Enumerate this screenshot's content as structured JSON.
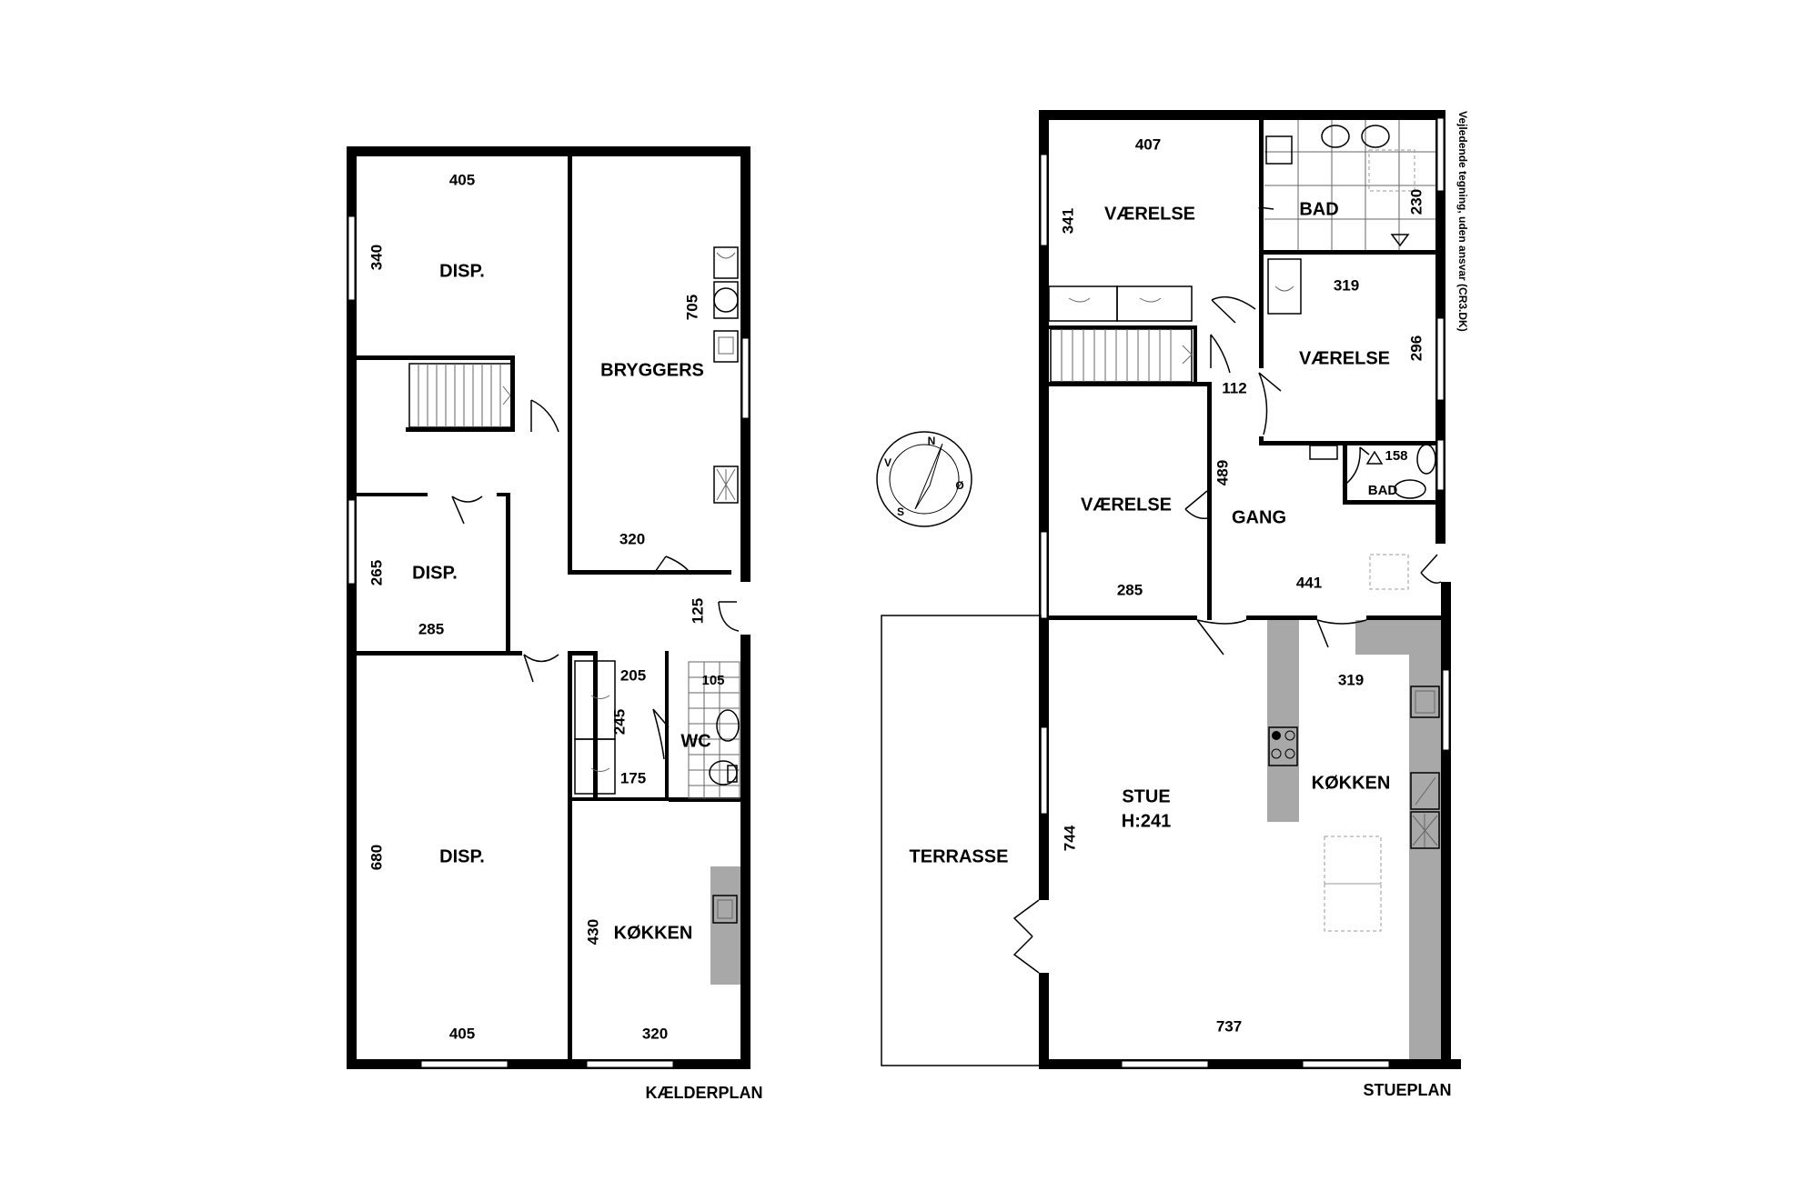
{
  "kaelder": {
    "label": "KÆLDERPLAN",
    "rooms": [
      {
        "name": "DISP.",
        "w": "405",
        "h": "340"
      },
      {
        "name": "BRYGGERS",
        "w": "320",
        "h": "705"
      },
      {
        "name": "DISP.",
        "w": "285",
        "h": "265"
      },
      {
        "name": "DISP.",
        "w": "405",
        "h": "680"
      },
      {
        "name": "KØKKEN",
        "w": "320",
        "h": "430"
      },
      {
        "name": "WC",
        "w": "105"
      }
    ],
    "dims": {
      "hall_125": "125",
      "d205": "205",
      "d245": "245",
      "d175": "175"
    }
  },
  "stue": {
    "label": "STUEPLAN",
    "rooms": [
      {
        "name": "VÆRELSE",
        "w": "407",
        "h": "341"
      },
      {
        "name": "BAD",
        "h": "230"
      },
      {
        "name": "VÆRELSE",
        "w": "319",
        "h": "296"
      },
      {
        "name": "VÆRELSE",
        "w": "285"
      },
      {
        "name": "GANG",
        "w": "441",
        "h": "489"
      },
      {
        "name": "BAD",
        "w": "158"
      },
      {
        "name": "STUE",
        "h": "744",
        "w": "737",
        "height_label": "H:241"
      },
      {
        "name": "KØKKEN",
        "w": "319"
      },
      {
        "name": "TERRASSE"
      }
    ],
    "dims": {
      "d112": "112"
    }
  },
  "disclaimer": "Vejledende tegning, uden ansvar (CR3.DK)",
  "compass": {
    "n": "N",
    "o": "Ø",
    "s": "S",
    "v": "V"
  }
}
